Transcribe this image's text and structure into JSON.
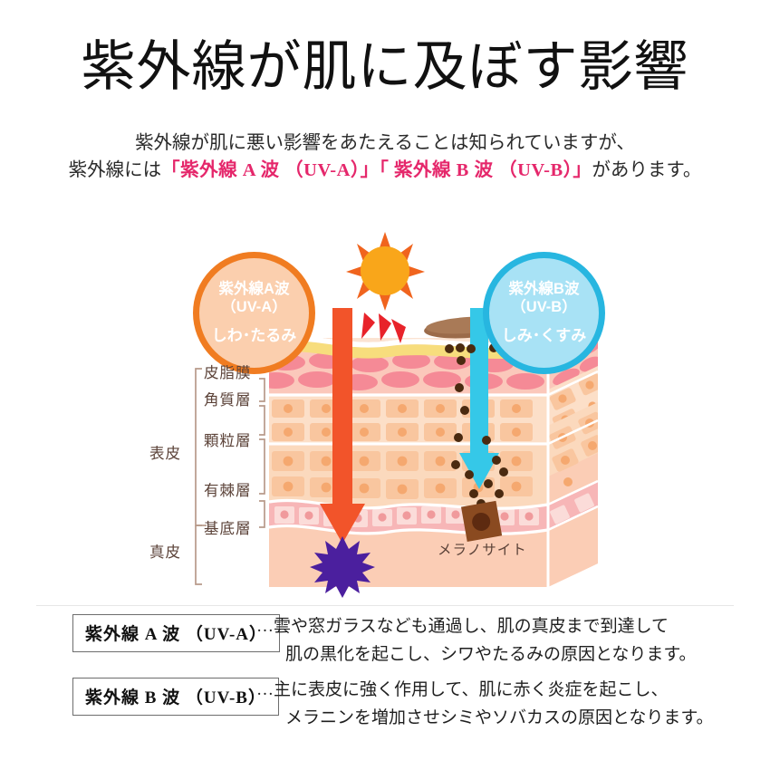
{
  "header": {
    "title": "紫外線が肌に及ぼす影響",
    "subtitle_line1": "紫外線が肌に悪い影響をあたえることは知られていますが、",
    "subtitle_l2_pre": "紫外線には",
    "subtitle_l2_uva": "「紫外線 A 波 （UV-A）」",
    "subtitle_l2_uvb": "「 紫外線 B 波 （UV-B）」",
    "subtitle_l2_post": "があります。"
  },
  "diagram": {
    "circle_a": {
      "line1": "紫外線A波",
      "line2": "（UV-A）",
      "line3": "しわ･たるみ",
      "ring_color": "#f07c21",
      "fill_color": "#fbcfae"
    },
    "circle_b": {
      "line1": "紫外線B波",
      "line2": "（UV-B）",
      "line3": "しみ･くすみ",
      "ring_color": "#27b6e0",
      "fill_color": "#a8e2f5"
    },
    "sun": {
      "core_color": "#f9a61a",
      "ray_color": "#f0641e",
      "name": "sun-icon"
    },
    "arrow_uva": {
      "color": "#f2542a",
      "label": "uva-arrow"
    },
    "arrow_uvb": {
      "color": "#35c8e8",
      "label": "uvb-arrow"
    },
    "burst": {
      "color": "#4b1f9e",
      "label": "damage-burst"
    },
    "melanocyte_label": "メラノサイト",
    "melanin_color": "#4a2a10",
    "layer_labels": [
      "皮脂膜",
      "角質層",
      "顆粒層",
      "有棘層",
      "基底層"
    ],
    "group_labels": [
      "表皮",
      "真皮"
    ]
  },
  "info": {
    "rows": [
      {
        "tag": "紫外線 A 波 （UV-A）",
        "line1": "…雲や窓ガラスなども通過し、肌の真皮まで到達して",
        "line2": "肌の黒化を起こし、シワやたるみの原因となります。"
      },
      {
        "tag": "紫外線 B 波 （UV-B）",
        "line1": "…主に表皮に強く作用して、肌に赤く炎症を起こし、",
        "line2": "メラニンを増加させシミやソバカスの原因となります。"
      }
    ]
  },
  "colors": {
    "background": "#ffffff",
    "accent_pink": "#e5276b",
    "label_brown": "#5b4238",
    "divider": "#e6e6e6"
  }
}
